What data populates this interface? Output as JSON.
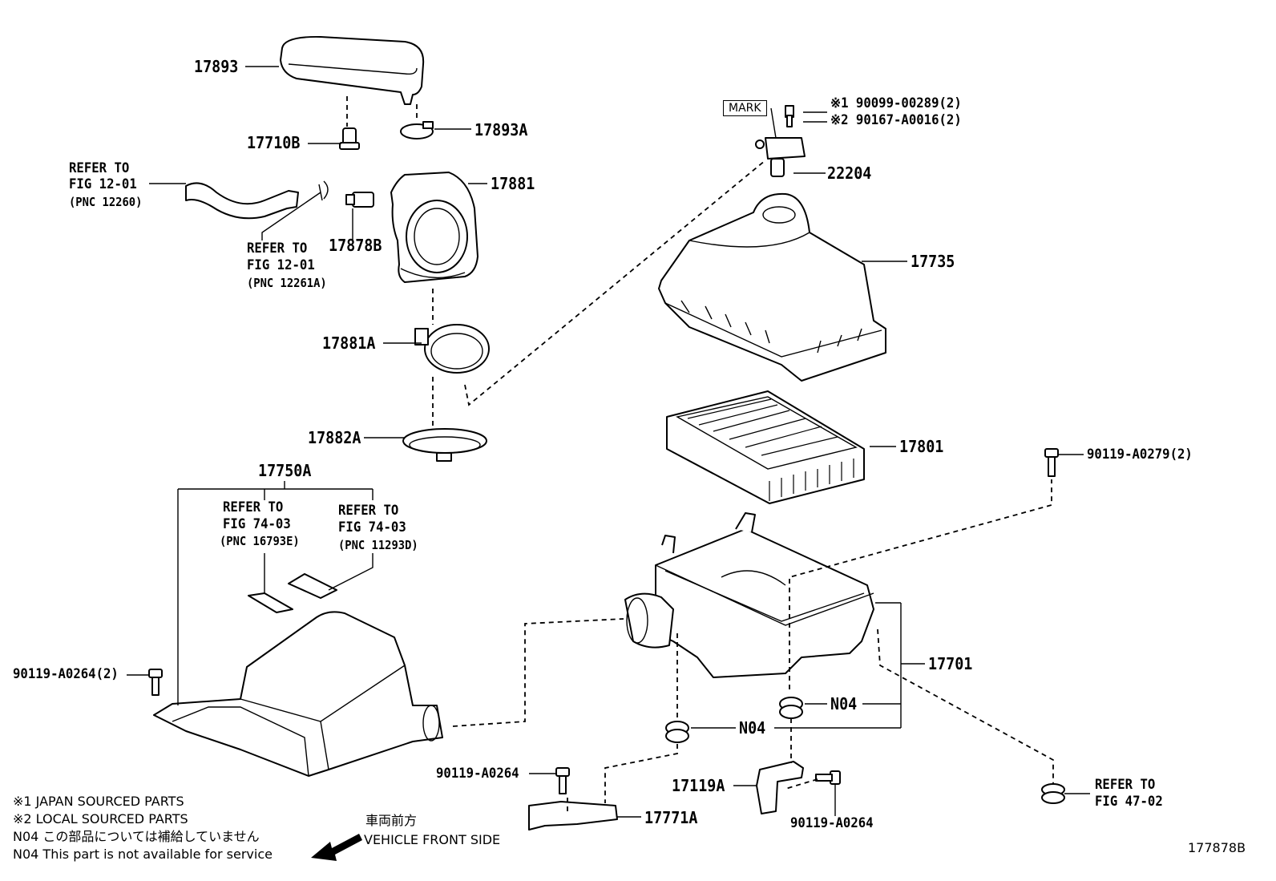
{
  "parts": {
    "p17893": "17893",
    "p17710B": "17710B",
    "p17893A": "17893A",
    "p17881": "17881",
    "p17878B": "17878B",
    "p17881A": "17881A",
    "p17882A": "17882A",
    "p17750A": "17750A",
    "p190099": "※1 90099-00289(2)",
    "p290167": "※2 90167-A0016(2)",
    "p22204": "22204",
    "p17735": "17735",
    "p17801": "17801",
    "p90119_A0279": "90119-A0279(2)",
    "p17701": "17701",
    "n04a": "N04",
    "n04b": "N04",
    "p90119_A0264_2": "90119-A0264(2)",
    "p90119_A0264_a": "90119-A0264",
    "p17119A": "17119A",
    "p90119_A0264_b": "90119-A0264",
    "p17771A": "17771A"
  },
  "mark_label": "MARK",
  "refs": {
    "r1": {
      "l1": "REFER TO",
      "l2": "FIG 12-01",
      "l3": "(PNC 12260)"
    },
    "r2": {
      "l1": "REFER TO",
      "l2": "FIG 12-01",
      "l3": "(PNC 12261A)"
    },
    "r3": {
      "l1": "REFER TO",
      "l2": "FIG 74-03",
      "l3": "(PNC 16793E)"
    },
    "r4": {
      "l1": "REFER TO",
      "l2": "FIG 74-03",
      "l3": "(PNC 11293D)"
    },
    "r5": {
      "l1": "REFER TO",
      "l2": "FIG 47-02"
    }
  },
  "legend": {
    "j1": "※1 JAPAN SOURCED PARTS",
    "j2": "※2 LOCAL SOURCED PARTS",
    "n04_jp": "N04  この部品については補給していません",
    "n04_en": "N04  This part is not available for service"
  },
  "direction": {
    "jp": "車両前方",
    "en": "VEHICLE FRONT SIDE"
  },
  "figure_code": "177878B"
}
